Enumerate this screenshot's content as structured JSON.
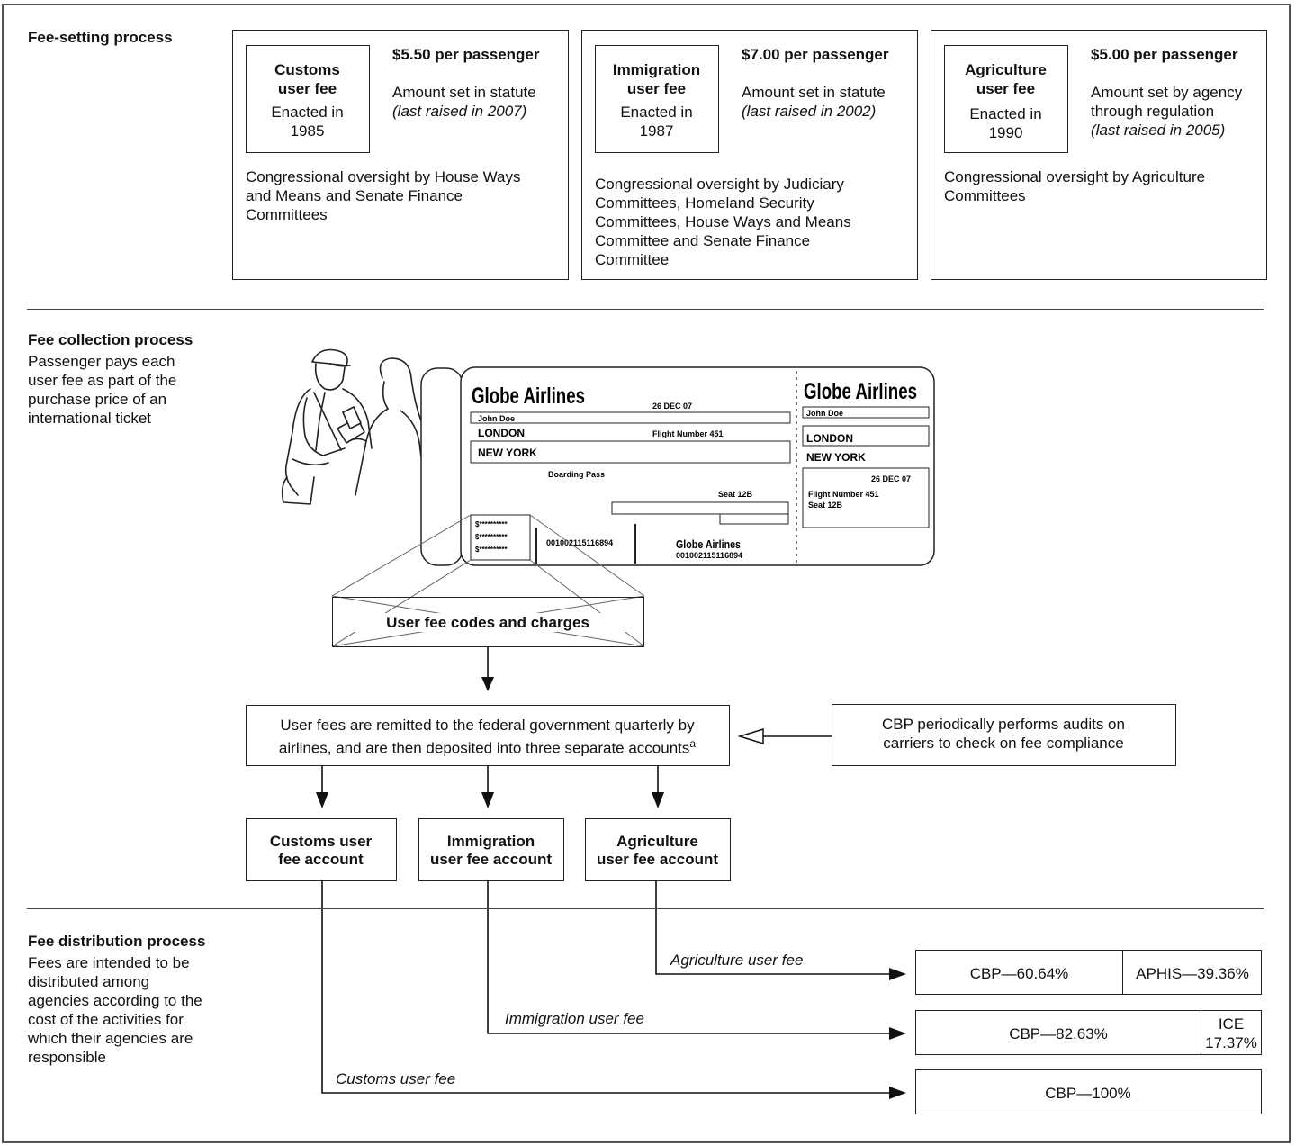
{
  "sections": {
    "setting": {
      "title": "Fee-setting process"
    },
    "collection": {
      "title": "Fee collection process",
      "desc": [
        "Passenger pays each",
        "user fee as part of the",
        "purchase price of an",
        "international ticket"
      ]
    },
    "distribution": {
      "title": "Fee distribution process",
      "desc": [
        "Fees are intended to be",
        "distributed among",
        "agencies according to the",
        "cost of the activities for",
        "which their agencies are",
        "responsible"
      ]
    }
  },
  "fees": [
    {
      "name": [
        "Customs",
        "user fee"
      ],
      "enacted": [
        "Enacted in",
        "1985"
      ],
      "amount": "$5.50 per passenger",
      "basis": [
        "Amount set in statute"
      ],
      "raised": "(last raised in 2007)",
      "oversight": [
        "Congressional oversight by House Ways",
        "and Means and Senate Finance",
        "Committees"
      ]
    },
    {
      "name": [
        "Immigration",
        "user fee"
      ],
      "enacted": [
        "Enacted in",
        "1987"
      ],
      "amount": "$7.00 per passenger",
      "basis": [
        "Amount set in statute"
      ],
      "raised": "(last raised in 2002)",
      "oversight": [
        "Congressional oversight by Judiciary",
        "Committees, Homeland Security",
        "Committees, House Ways and Means",
        "Committee and Senate Finance",
        "Committee"
      ]
    },
    {
      "name": [
        "Agriculture",
        "user fee"
      ],
      "enacted": [
        "Enacted in",
        "1990"
      ],
      "amount": "$5.00 per passenger",
      "basis": [
        "Amount set by agency",
        "through regulation"
      ],
      "raised": "(last raised in 2005)",
      "oversight": [
        "Congressional oversight by Agriculture",
        "Committees"
      ]
    }
  ],
  "ticket": {
    "airline": "Globe Airlines",
    "date": "26 DEC 07",
    "passenger": "John Doe",
    "from": "LONDON",
    "to": "NEW YORK",
    "flight": "Flight Number 451",
    "pass_label": "Boarding Pass",
    "seat": "Seat 12B",
    "fee_line": "$**********",
    "ticket_no": "001002115116894"
  },
  "codes_box": "User fee codes and charges",
  "remit_box": [
    "User fees are remitted to the federal government quarterly by",
    "airlines, and are then deposited into three separate accounts"
  ],
  "remit_footnote": "a",
  "audit_box": [
    "CBP periodically performs audits on",
    "carriers to check on fee compliance"
  ],
  "accounts": [
    [
      "Customs user",
      "fee account"
    ],
    [
      "Immigration",
      "user fee account"
    ],
    [
      "Agriculture",
      "user fee account"
    ]
  ],
  "flows": [
    {
      "label": "Agriculture user fee",
      "splits": [
        {
          "text": "CBP—60.64%"
        },
        {
          "text": "APHIS—39.36%"
        }
      ]
    },
    {
      "label": "Immigration user fee",
      "splits": [
        {
          "text": "CBP—82.63%"
        },
        {
          "text": [
            "ICE",
            "17.37%"
          ]
        }
      ]
    },
    {
      "label": "Customs user fee",
      "splits": [
        {
          "text": "CBP—100%"
        }
      ]
    }
  ]
}
